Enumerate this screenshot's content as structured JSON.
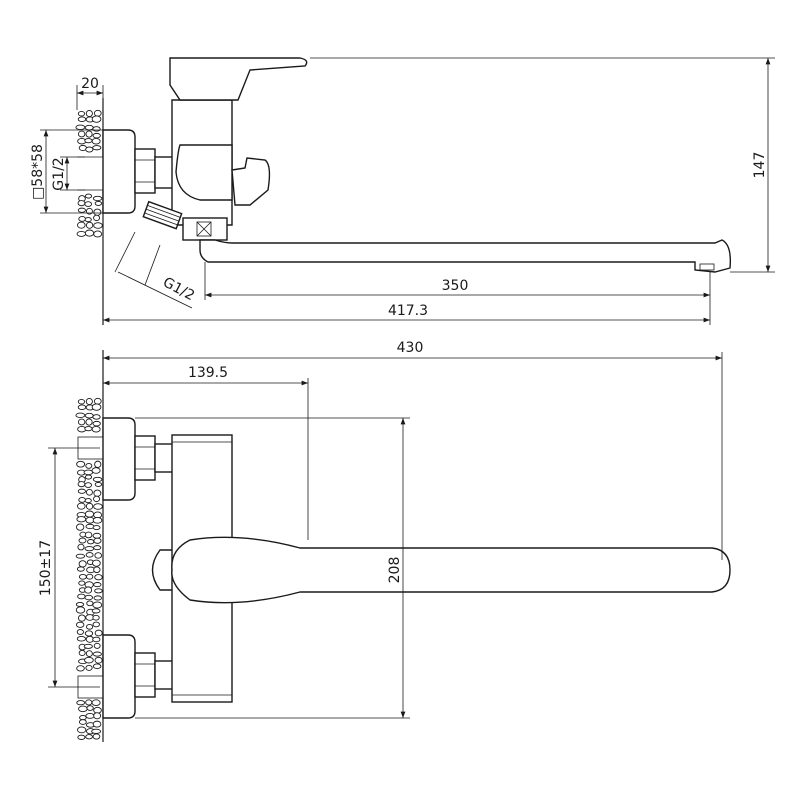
{
  "colors": {
    "line": "#1a1a1a",
    "background": "#ffffff"
  },
  "side_view": {
    "wall_thickness": "20",
    "flange_size": "□58*58",
    "inlet_thread": "G1/2",
    "outlet_thread": "G1/2",
    "height": "147",
    "spout_reach": "350",
    "total_reach": "417.3"
  },
  "top_view": {
    "total_length": "430",
    "body_offset": "139.5",
    "inlet_spacing": "150±17",
    "width": "208"
  }
}
